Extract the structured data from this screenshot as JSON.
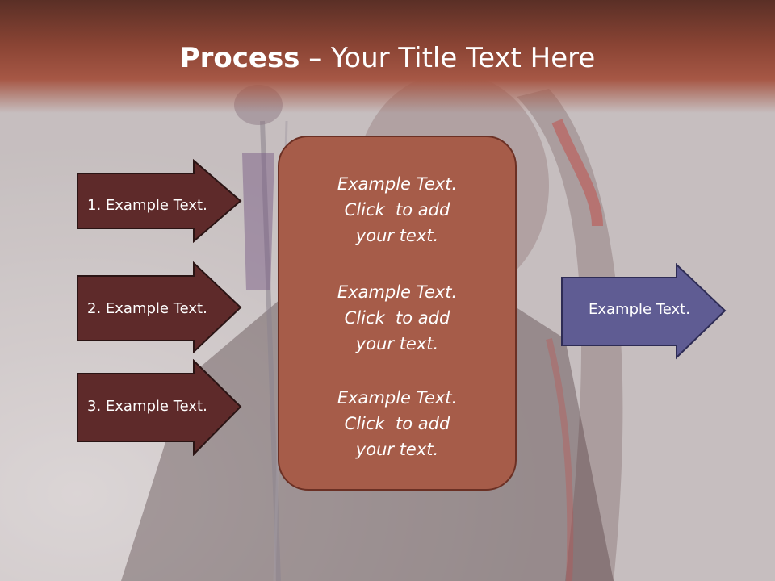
{
  "slide": {
    "title_bold": "Process",
    "title_rest": " – Your Title Text Here"
  },
  "left_arrows": [
    {
      "label": "1. Example Text."
    },
    {
      "label": "2. Example Text."
    },
    {
      "label": "3. Example Text."
    }
  ],
  "center_box": {
    "paragraphs": [
      {
        "line1": "Example Text.",
        "line2": "Click  to add",
        "line3": "your text."
      },
      {
        "line1": "Example Text.",
        "line2": "Click  to add",
        "line3": "your text."
      },
      {
        "line1": "Example Text.",
        "line2": "Click  to add",
        "line3": "your text."
      }
    ]
  },
  "right_arrow": {
    "label": "Example Text."
  },
  "colors": {
    "title_bar": "#a65745",
    "left_arrow_fill": "#5e2a2a",
    "center_box_fill": "#a65c49",
    "right_arrow_fill": "#5f5c93"
  }
}
